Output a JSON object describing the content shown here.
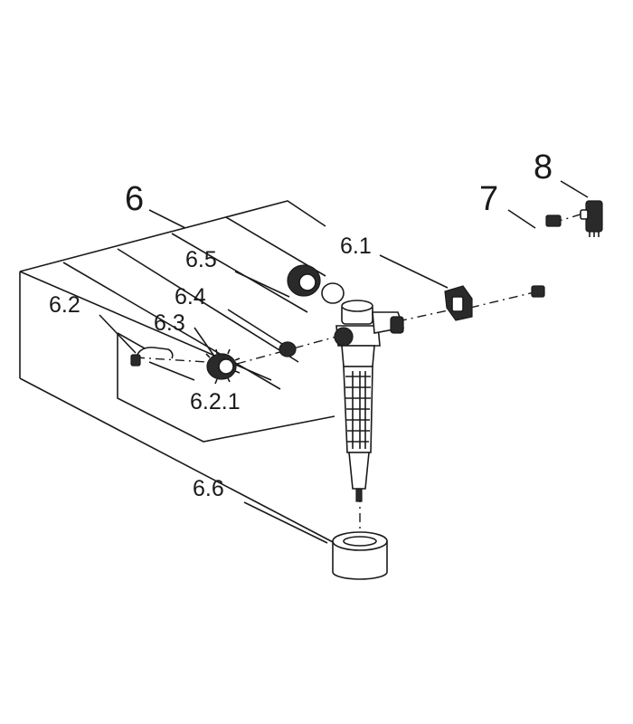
{
  "callouts": {
    "c6": "6",
    "c6_1": "6.1",
    "c6_2": "6.2",
    "c6_2_1": "6.2.1",
    "c6_3": "6.3",
    "c6_4": "6.4",
    "c6_5": "6.5",
    "c6_6": "6.6",
    "c7": "7",
    "c8": "8"
  }
}
